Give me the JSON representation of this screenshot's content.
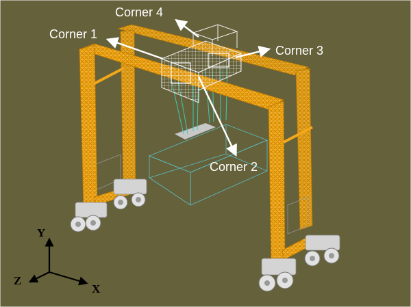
{
  "colors": {
    "background": "#65613b",
    "frame": "#f2a81a",
    "frame_dark": "#c98300",
    "trolley": "#e6e6e6",
    "wheel": "#d0d0d0",
    "cable": "#3fc9b6",
    "container": "#5bc0c8",
    "arrow": "#ffffff"
  },
  "labels": {
    "corner1": "Corner 1",
    "corner2": "Corner 2",
    "corner3": "Corner 3",
    "corner4": "Corner 4"
  },
  "axes": {
    "x": "X",
    "y": "Y",
    "z": "Z"
  }
}
